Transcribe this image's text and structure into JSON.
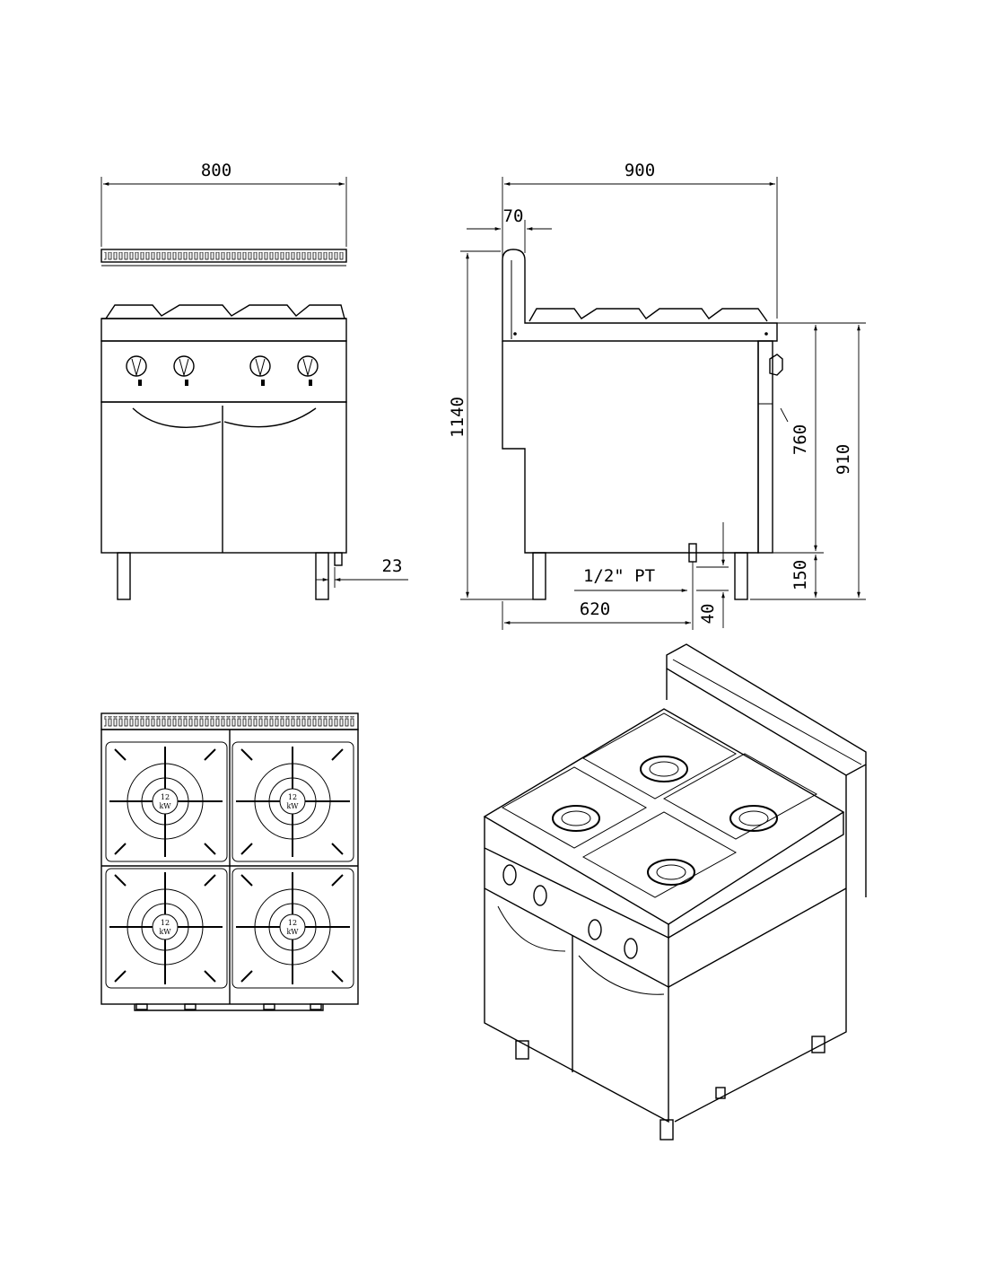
{
  "front_view": {
    "width_dim": "800",
    "foot_dim": "23"
  },
  "side_view": {
    "depth_dim": "900",
    "backsplash_dim": "70",
    "total_height_dim": "1140",
    "worktop_height_dim": "910",
    "gas_height_dim": "760",
    "leg_height_dim": "150",
    "gas_inlet_label": "1/2\" PT",
    "gas_depth_dim": "620",
    "gas_offset_dim": "40"
  },
  "top_view": {
    "burner_power_value": "12",
    "burner_power_unit": "kW"
  },
  "colors": {
    "line": "#000000",
    "background": "#ffffff"
  }
}
